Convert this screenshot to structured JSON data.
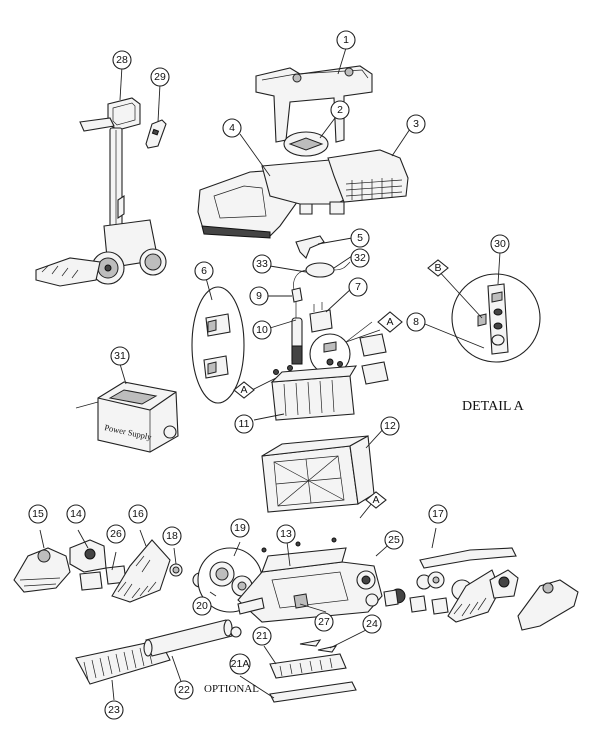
{
  "callouts": [
    "1",
    "2",
    "3",
    "4",
    "5",
    "6",
    "7",
    "8",
    "9",
    "10",
    "11",
    "12",
    "13",
    "14",
    "15",
    "16",
    "17",
    "18",
    "19",
    "20",
    "21",
    "21A",
    "22",
    "23",
    "24",
    "25",
    "26",
    "27",
    "28",
    "29",
    "30",
    "31",
    "32",
    "33"
  ],
  "detail_markers": [
    "A",
    "B",
    "A",
    "A"
  ],
  "labels": {
    "detail_a": "DETAIL A",
    "optional": "OPTIONAL",
    "power_supply_text": "Power Supply"
  }
}
